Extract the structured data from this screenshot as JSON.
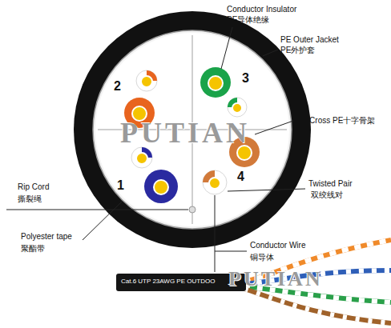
{
  "diagram": {
    "labels": [
      "Conductor Insulator",
      "PE导体绝缘",
      "PE Outer Jacket",
      "PE外护套",
      "2",
      "3",
      "PE Cross PE十字骨架",
      "PUTIAN",
      "Rip Cord",
      "撕裂绳",
      "1",
      "4",
      "Twisted Pair",
      "双绞线对",
      "Polyester tape",
      "聚酯带",
      "Conductor Wire",
      "铜导体",
      "PUTIAN",
      "Cat.6 UTP 23AWG PE OUTDOO"
    ]
  }
}
